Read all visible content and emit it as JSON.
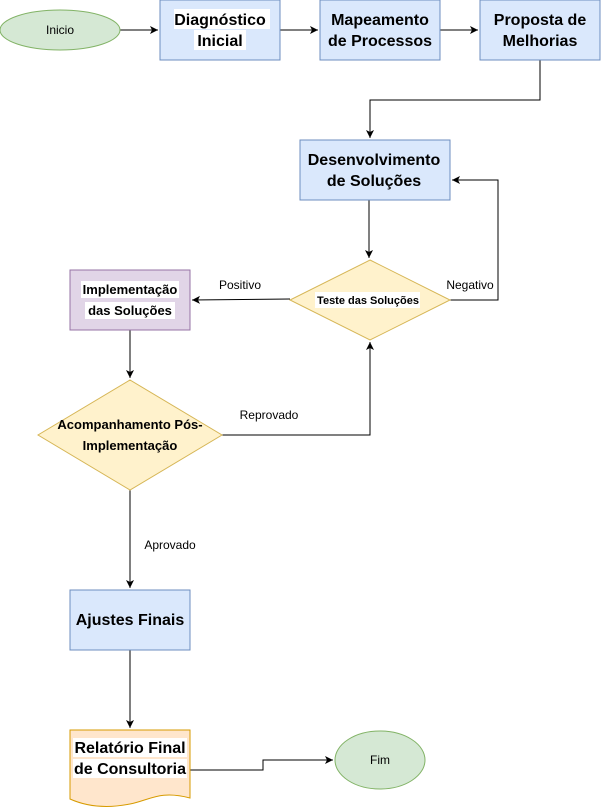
{
  "nodes": {
    "inicio": {
      "label": "Inicio",
      "color": "#d5e8d4"
    },
    "diagnostico": {
      "line1": "Diagnóstico",
      "line2": "Inicial",
      "color": "#dae8fc"
    },
    "mapeamento": {
      "line1": "Mapeamento",
      "line2": "de Processos",
      "color": "#dae8fc"
    },
    "proposta": {
      "line1": "Proposta de",
      "line2": "Melhorias",
      "color": "#dae8fc"
    },
    "desenvolvimento": {
      "line1": "Desenvolvimento",
      "line2": "de Soluções",
      "color": "#dae8fc"
    },
    "teste": {
      "label": "Teste das Soluções",
      "color": "#fff2cc"
    },
    "implementacao": {
      "line1": "Implementação",
      "line2": "das Soluções",
      "color": "#e1d5e7"
    },
    "acompanhamento": {
      "line1": "Acompanhamento Pós-",
      "line2": "Implementação",
      "color": "#fff2cc"
    },
    "ajustes": {
      "label": "Ajustes Finais",
      "color": "#dae8fc"
    },
    "relatorio": {
      "line1": "Relatório Final",
      "line2": "de Consultoria",
      "color": "#ffe6cc"
    },
    "fim": {
      "label": "Fim",
      "color": "#d5e8d4"
    }
  },
  "edge_labels": {
    "positivo": "Positivo",
    "negativo": "Negativo",
    "reprovado": "Reprovado",
    "aprovado": "Aprovado"
  }
}
